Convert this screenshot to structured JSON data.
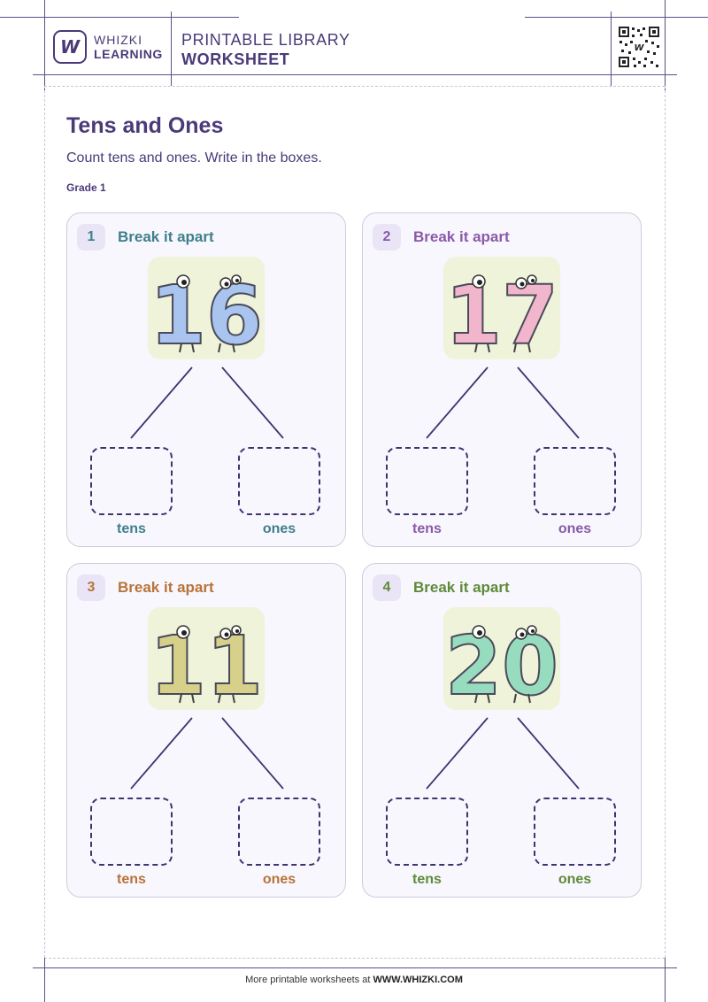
{
  "header": {
    "logo_letter": "W",
    "brand_line1": "WHIZKI",
    "brand_line2": "LEARNING",
    "library_line1": "PRINTABLE LIBRARY",
    "library_line2": "WORKSHEET"
  },
  "worksheet": {
    "title": "Tens and Ones",
    "instructions": "Count tens and ones. Write in the boxes.",
    "grade": "Grade 1"
  },
  "cards": [
    {
      "number": "1",
      "heading": "Break it apart",
      "digits": "16",
      "tens_label": "tens",
      "ones_label": "ones",
      "color": "#3f7f8c",
      "picture_bg": "#eef3da"
    },
    {
      "number": "2",
      "heading": "Break it apart",
      "digits": "17",
      "tens_label": "tens",
      "ones_label": "ones",
      "color": "#8a5aa8",
      "picture_bg": "#eef3da"
    },
    {
      "number": "3",
      "heading": "Break it apart",
      "digits": "11",
      "tens_label": "tens",
      "ones_label": "ones",
      "color": "#b8733a",
      "picture_bg": "#eef3da"
    },
    {
      "number": "4",
      "heading": "Break it apart",
      "digits": "20",
      "tens_label": "tens",
      "ones_label": "ones",
      "color": "#5f8a3a",
      "picture_bg": "#eef3da"
    }
  ],
  "footer": {
    "text": "More printable worksheets at ",
    "site": "WWW.WHIZKI.COM"
  }
}
